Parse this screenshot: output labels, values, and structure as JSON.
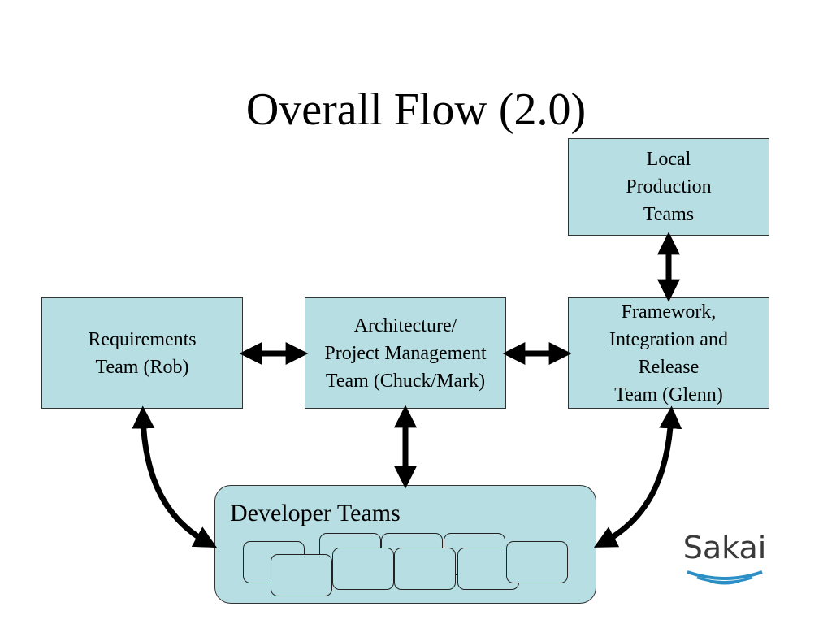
{
  "title": "Overall Flow (2.0)",
  "boxes": {
    "local_production": "Local\nProduction\nTeams",
    "requirements": "Requirements\nTeam (Rob)",
    "architecture": "Architecture/\nProject Management\nTeam (Chuck/Mark)",
    "framework": "Framework,\nIntegration and\nRelease\nTeam (Glenn)"
  },
  "developer": {
    "label": "Developer Teams"
  },
  "logo": {
    "text": "Sakai"
  },
  "colors": {
    "box_fill": "#b7dee2",
    "arrow": "#000000",
    "logo_wave": "#2b8fc6"
  }
}
